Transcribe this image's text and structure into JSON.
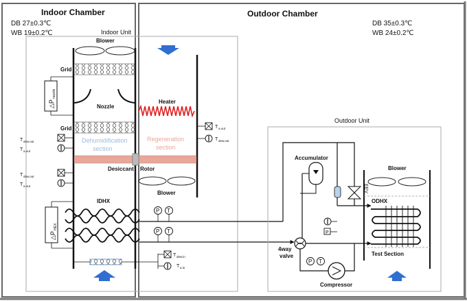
{
  "indoor": {
    "title": "Indoor Chamber",
    "db": "DB 27±0.3℃",
    "wb": "WB 19±0.2℃",
    "unit_label": "Indoor Unit"
  },
  "outdoor": {
    "title": "Outdoor Chamber",
    "db": "DB 35±0.3℃",
    "wb": "WB 24±0.2℃",
    "unit_label": "Outdoor Unit"
  },
  "labels": {
    "blower_top": "Blower",
    "grid_top": "Grid",
    "grid_bottom": "Grid",
    "nozzle": "Nozzle",
    "delta_p_nozzle_main": "△P",
    "delta_p_nozzle_sub": "nozzle",
    "delta_p_hex_main": "△P",
    "delta_p_hex_sub": "HEX",
    "heater": "Heater",
    "dehumid_1": "Dehumidification",
    "dehumid_2": "section",
    "regen_1": "Regeneration",
    "regen_2": "section",
    "desiccant": "Desiccant",
    "rotor": "Rotor",
    "blower_regen": "Blower",
    "idhx": "IDHX",
    "accumulator": "Accumulator",
    "eev": "EEV",
    "blower_out": "Blower",
    "odhx": "ODHX",
    "fourway_1": "4way",
    "fourway_2": "valve",
    "test_section": "Test Section",
    "compressor": "Compressor",
    "p": "P",
    "t": "T"
  },
  "sensors": {
    "t_dew_out_main": "T",
    "t_dew_out_sub": "dew.out",
    "t_a_out_main": "T",
    "t_a_out_sub": "a.out",
    "t_dew_in_main": "T",
    "t_dew_in_sub": "dew.in",
    "t_a_in_main": "T",
    "t_a_in_sub": "a.in"
  },
  "colors": {
    "heater": "#e02020",
    "desiccant_band": "#e8a79a",
    "dehumid_text": "#9dbbd8",
    "regen_text": "#e8a79a",
    "arrow": "#2f6fcf",
    "frame": "#555555"
  }
}
